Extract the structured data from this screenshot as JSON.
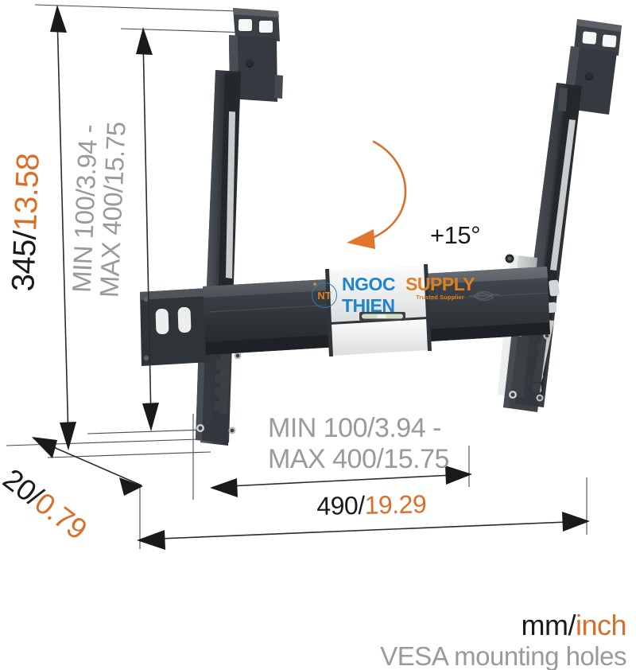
{
  "product": {
    "type": "tilting-tv-wall-mount",
    "description": "Technical dimension drawing of a tilting flat-panel TV wall mount bracket"
  },
  "dimensions": {
    "height_total": {
      "mm": "345",
      "separator": "/",
      "inch": "13.58",
      "full": "345/13.58"
    },
    "depth": {
      "mm": "20",
      "separator": "/",
      "inch": "0.79",
      "full": "20/0.79"
    },
    "width_total": {
      "mm": "490",
      "separator": "/",
      "inch": "19.29",
      "full": "490/19.29"
    },
    "vesa_vertical_line1": "MIN 100/3.94 -",
    "vesa_vertical_line2": "MAX 400/15.75",
    "vesa_horizontal_line1": "MIN 100/3.94 -",
    "vesa_horizontal_line2": "MAX 400/15.75"
  },
  "tilt": {
    "label": "+15°",
    "arrow_color": "#e3762c"
  },
  "legend": {
    "units_mm": "mm",
    "units_separator": "/",
    "units_inch": "inch",
    "vesa_note": "VESA mounting holes"
  },
  "watermark": {
    "badge": "NT",
    "name_primary": "NGOC THIEN",
    "name_secondary": "SUPPLY",
    "tagline": "Trusted Supplier",
    "color_primary": "#1f84c8",
    "color_secondary": "#e08020"
  },
  "colors": {
    "metric": "#1a1a1a",
    "imperial": "#d9702a",
    "annotation_grey": "#9a9a9a",
    "bracket_dark": "#2e3236",
    "bracket_mid": "#3c4146",
    "bracket_light": "#d9dbdc",
    "background": "#ffffff"
  }
}
